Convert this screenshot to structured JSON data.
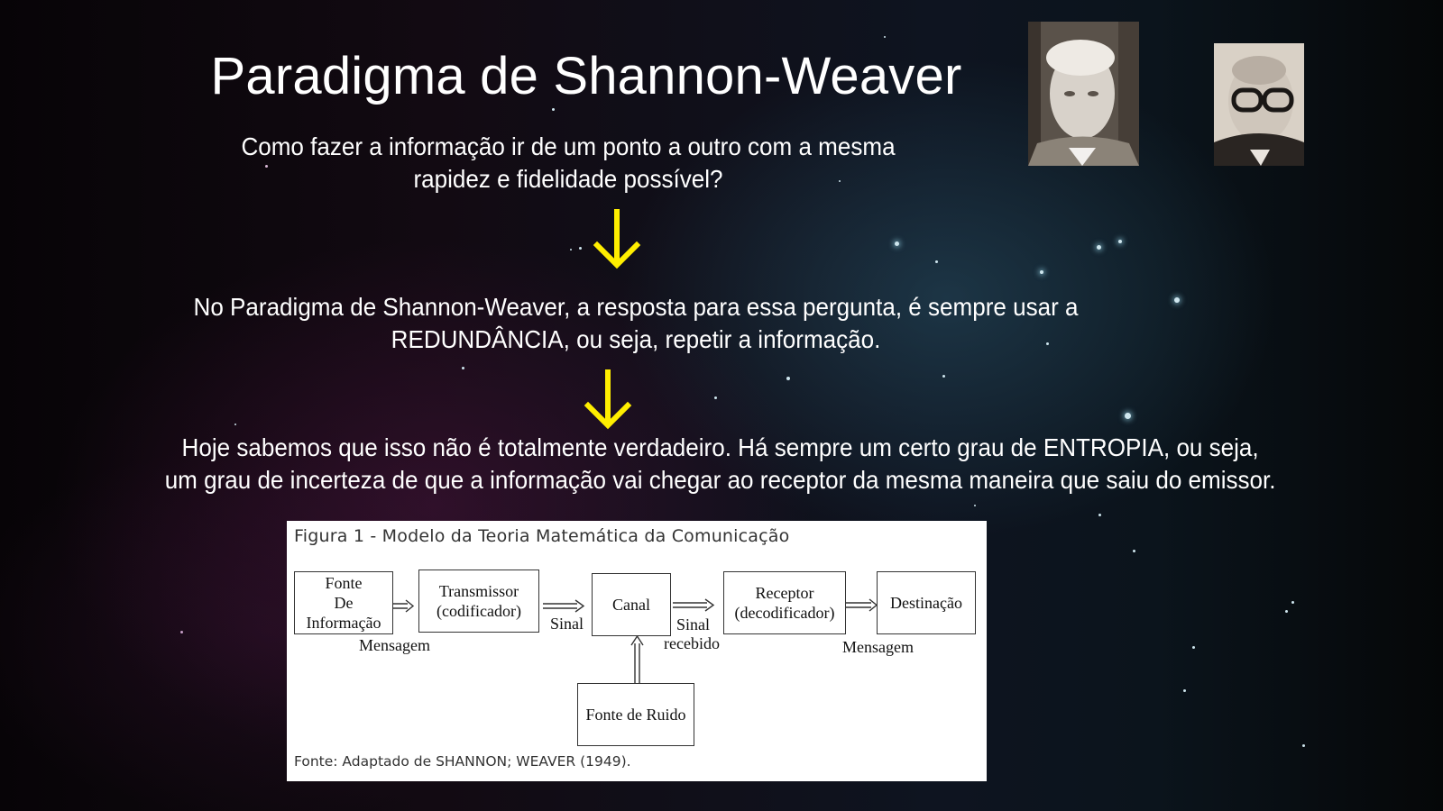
{
  "slide": {
    "title": "Paradigma de Shannon-Weaver",
    "question": {
      "line1": "Como fazer a informação ir de um ponto a outro com a mesma",
      "line2": "rapidez e fidelidade possível?"
    },
    "answer": {
      "line1": "No Paradigma de Shannon-Weaver, a resposta para essa pergunta, é sempre usar a",
      "line2": "REDUNDÂNCIA, ou seja, repetir a informação."
    },
    "conclusion": {
      "line1": "Hoje sabemos que isso não é totalmente verdadeiro. Há sempre um certo grau de ENTROPIA, ou seja,",
      "line2": "um grau de incerteza de que a informação vai chegar ao receptor da mesma maneira que saiu do emissor."
    },
    "arrow_color": "#ffee00",
    "arrows": [
      "arrow-down-icon",
      "arrow-down-icon"
    ],
    "photos": [
      {
        "name": "portrait-photo-1"
      },
      {
        "name": "portrait-photo-2"
      }
    ]
  },
  "figure": {
    "caption": "Figura 1 - Modelo da Teoria Matemática da Comunicação",
    "source": "Fonte: Adaptado de SHANNON; WEAVER (1949).",
    "boxes": {
      "fonte": {
        "line1": "Fonte",
        "line2": "De",
        "line3": "Informação"
      },
      "transmissor": {
        "line1": "Transmissor",
        "line2": "(codificador)"
      },
      "canal": {
        "line1": "Canal"
      },
      "receptor": {
        "line1": "Receptor",
        "line2": "(decodificador)"
      },
      "destinacao": {
        "line1": "Destinação"
      },
      "ruido": {
        "line1": "Fonte de Ruido"
      }
    },
    "labels": {
      "mensagem1": "Mensagem",
      "sinal": "Sinal",
      "sinal_recebido_1": "Sinal",
      "sinal_recebido_2": "recebido",
      "mensagem2": "Mensagem"
    }
  }
}
